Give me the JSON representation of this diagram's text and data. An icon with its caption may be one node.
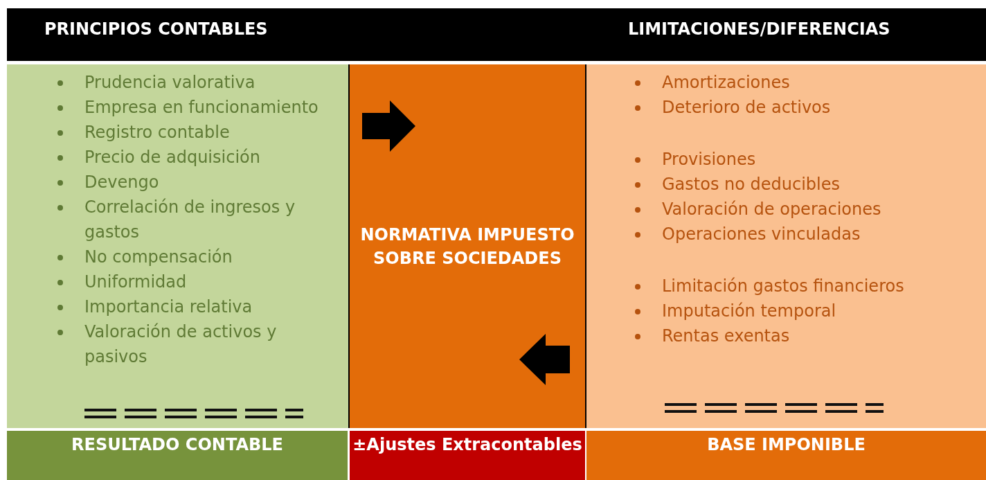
{
  "diagram": {
    "nodes": [
      {
        "text": [
          "PRINCIPIOS CONTABLES",
          "LIMITACIONES/DIFERENCIAS"
        ]
      },
      {
        "text": [
          "Prudencia valorativa",
          "Empresa en funcionamiento",
          "Registro contable",
          "Precio de adquisición",
          "Devengo",
          "Correlación de ingresos y gastos",
          "No compensación",
          "Uniformidad",
          "Importancia relativa",
          "Valoración de activos y pasivos"
        ]
      },
      {
        "text": [
          "NORMATIVA IMPUESTO SOBRE SOCIEDADES"
        ]
      },
      {
        "text": [
          "Amortizaciones",
          "Deterioro de activos",
          "Provisiones",
          "Gastos no deducibles",
          "Valoración de operaciones",
          "Operaciones vinculadas",
          "Limitación gastos financieros",
          "Imputación temporal",
          "Rentas exentas"
        ]
      },
      {
        "text": [
          "RESULTADO CONTABLE"
        ]
      },
      {
        "text": [
          "±Ajustes Extracontables"
        ]
      },
      {
        "text": [
          "BASE IMPONIBLE"
        ]
      }
    ]
  }
}
